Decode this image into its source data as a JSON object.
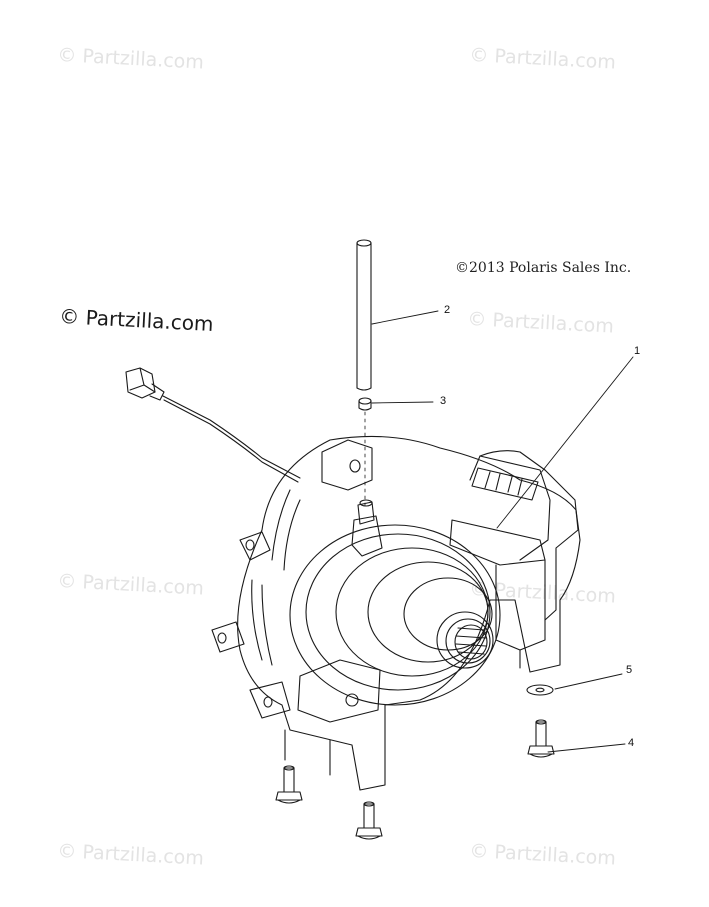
{
  "watermark": "© Partzilla.com",
  "primary_watermark": "© Partzilla.com",
  "copyright": "©2013 Polaris Sales Inc.",
  "callouts": [
    "1",
    "2",
    "3",
    "4",
    "5"
  ],
  "colors": {
    "line": "#1a1a1a",
    "watermark": "#e3e3e3",
    "background": "#ffffff"
  }
}
